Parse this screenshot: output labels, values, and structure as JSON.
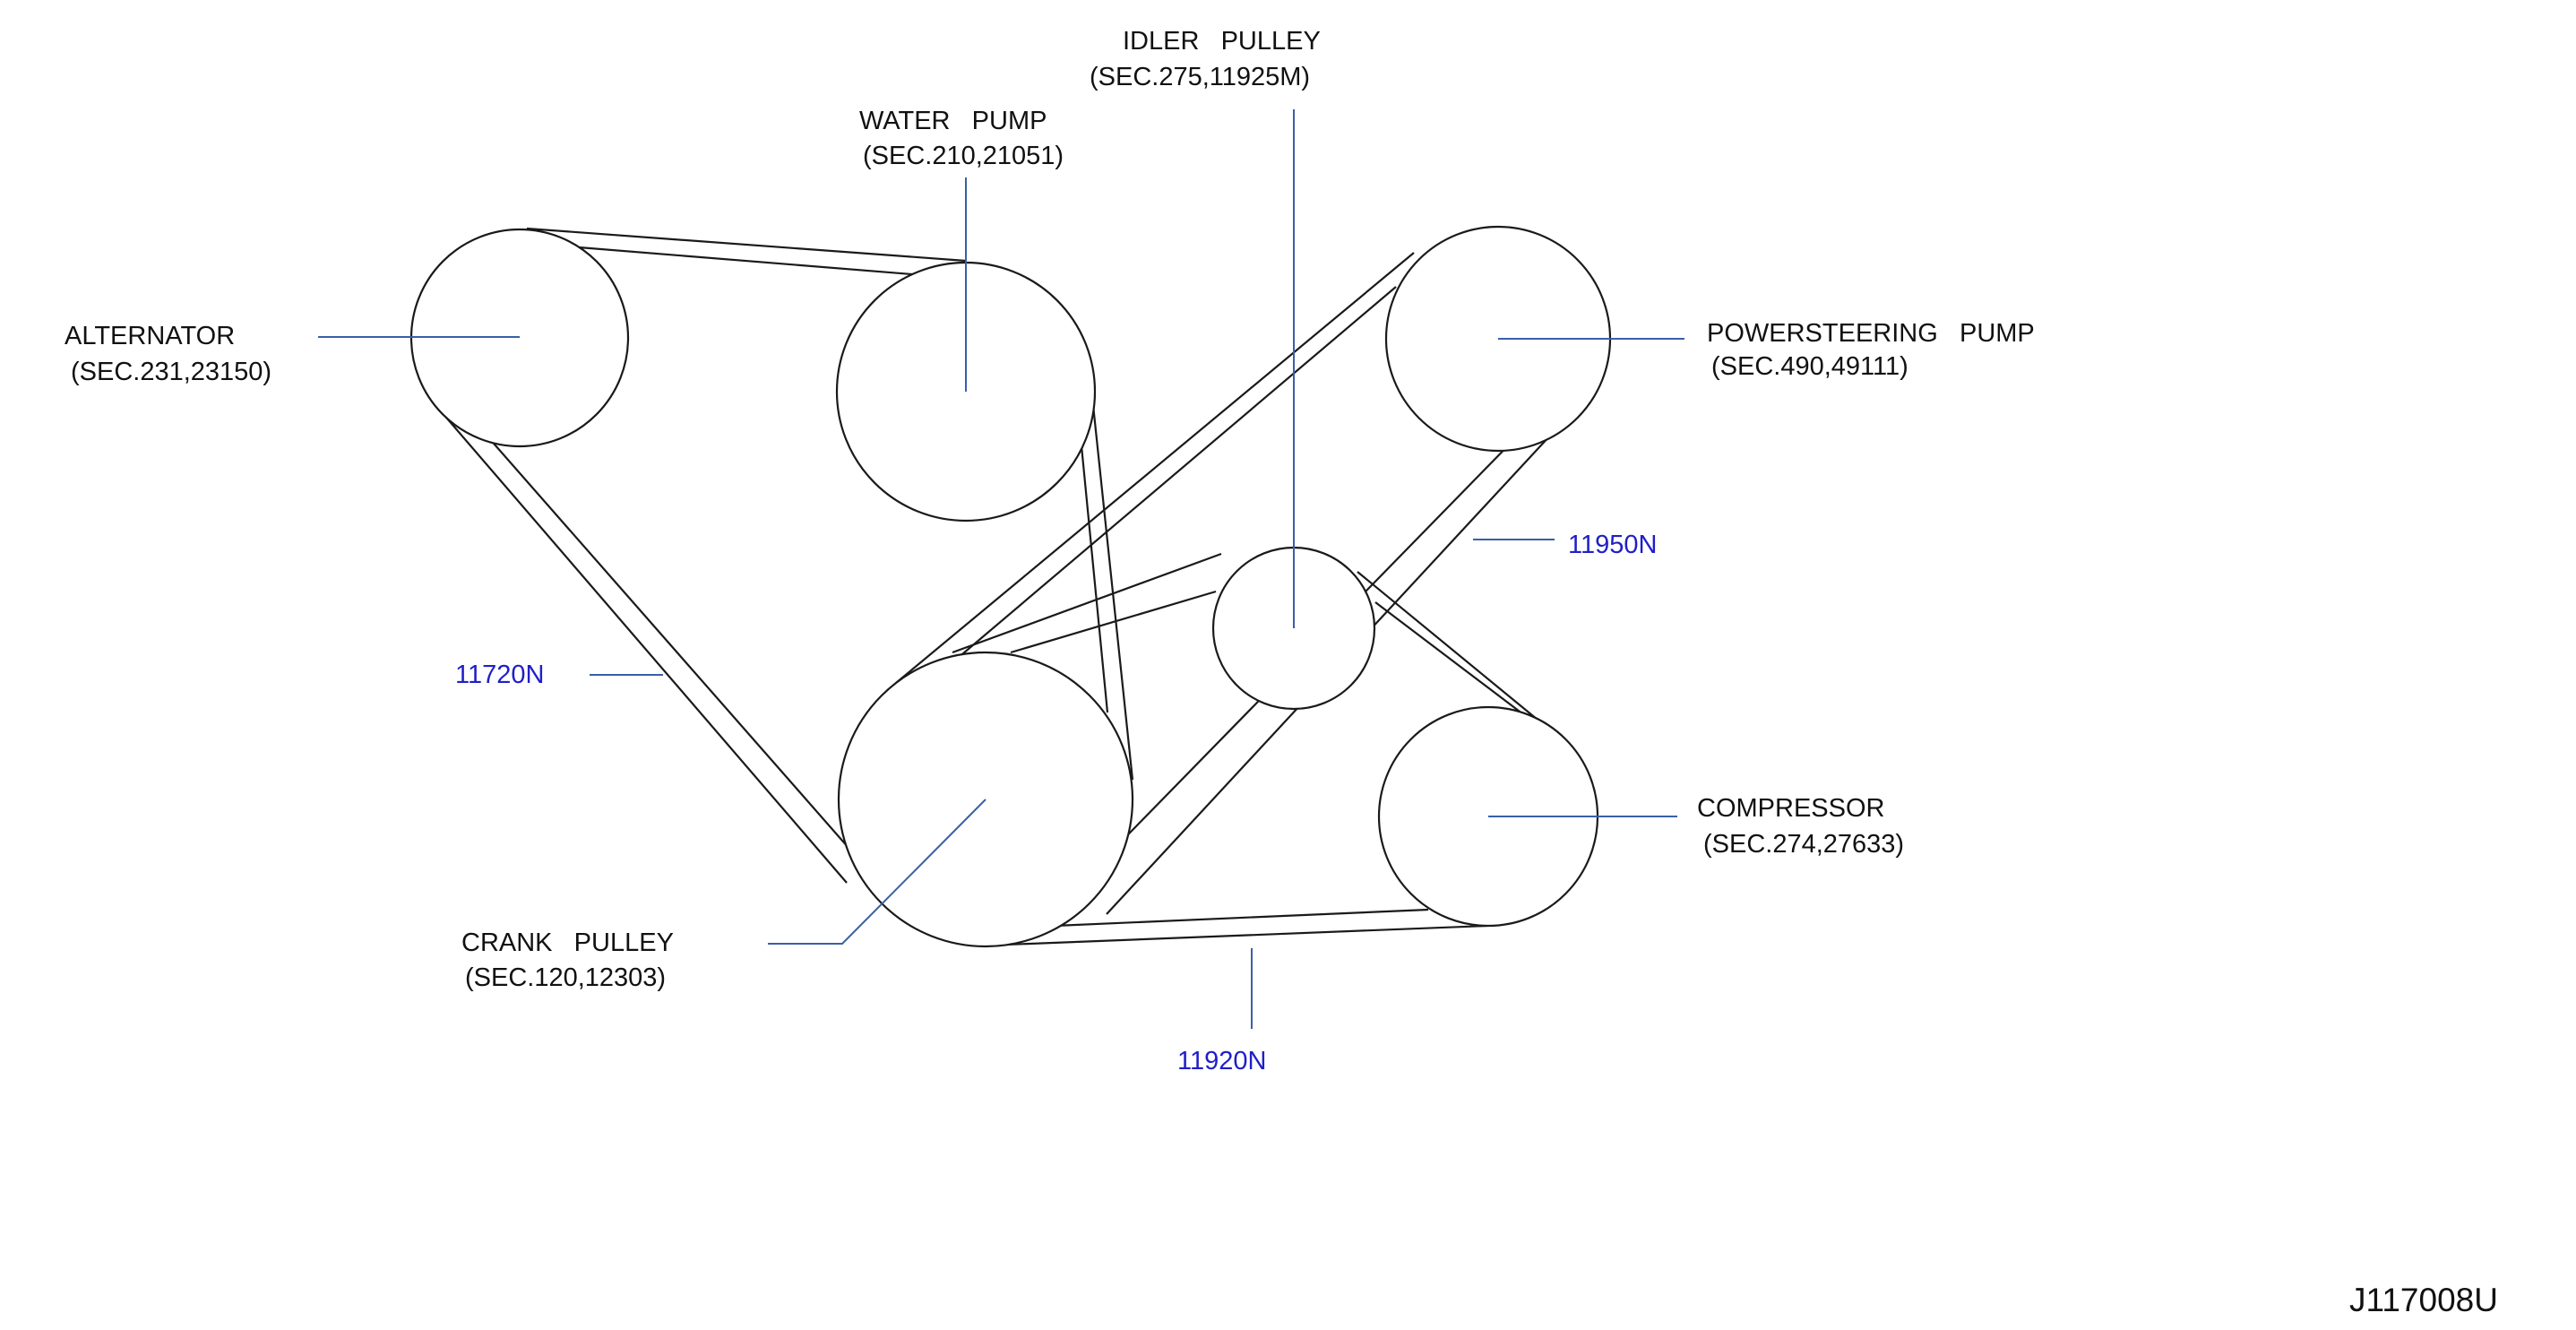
{
  "colors": {
    "line": "#1a1a1a",
    "leader": "#3a5fa6",
    "part_number": "#1f1fc8",
    "text": "#111111"
  },
  "components": {
    "alternator": {
      "name": "ALTERNATOR",
      "section": "(SEC.231,23150)"
    },
    "water_pump": {
      "name": "WATER   PUMP",
      "section": "(SEC.210,21051)"
    },
    "idler_pulley": {
      "name": "IDLER   PULLEY",
      "section": "(SEC.275,11925M)"
    },
    "power_steering_pump": {
      "name": "POWERSTEERING   PUMP",
      "section": "(SEC.490,49111)"
    },
    "compressor": {
      "name": "COMPRESSOR",
      "section": "(SEC.274,27633)"
    },
    "crank_pulley": {
      "name": "CRANK   PULLEY",
      "section": "(SEC.120,12303)"
    }
  },
  "belts": {
    "alternator_belt": {
      "part_number": "11720N"
    },
    "power_steering_belt": {
      "part_number": "11950N"
    },
    "compressor_belt": {
      "part_number": "11920N"
    }
  },
  "diagram_code": "J117008U"
}
